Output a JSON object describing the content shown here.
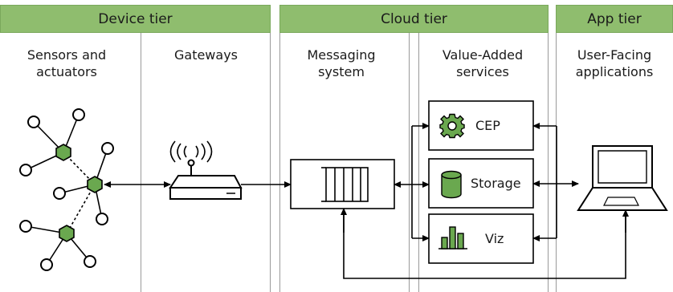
{
  "tiers": {
    "device": "Device tier",
    "cloud": "Cloud tier",
    "app": "App tier"
  },
  "columns": {
    "sensors": "Sensors and actuators",
    "gateways": "Gateways",
    "messaging": "Messaging system",
    "value_added": "Value-Added services",
    "user_facing": "User-Facing applications"
  },
  "services": {
    "cep": "CEP",
    "storage": "Storage",
    "viz": "Viz"
  },
  "colors": {
    "tier_header": "#8fbd6e",
    "node_fill": "#6aa84f",
    "icon_fill": "#6aa84f",
    "line": "#000000",
    "divider": "#9a9a9a"
  }
}
